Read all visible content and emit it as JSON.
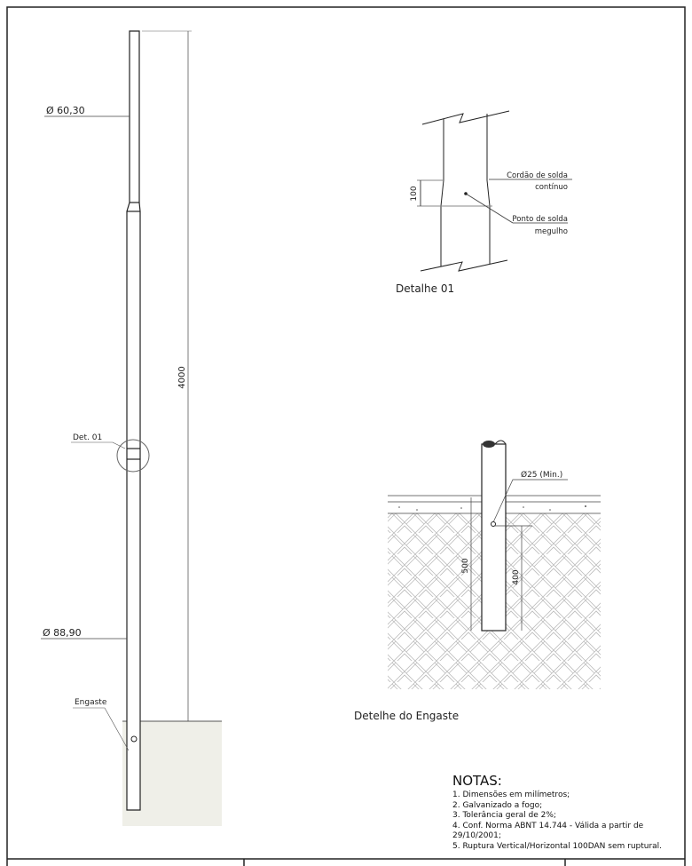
{
  "main_pole": {
    "diameter_top": "Ø 60,30",
    "diameter_bottom": "Ø 88,90",
    "height_dimension": "4000",
    "detail_callout": "Det. 01",
    "embed_label": "Engaste"
  },
  "detail_01": {
    "title": "Detalhe 01",
    "weld_height": "100",
    "weld_bead_label": [
      "Cordão de solda",
      "contínuo"
    ],
    "weld_point_label": [
      "Ponto de solda",
      "megulho"
    ]
  },
  "embed_detail": {
    "title": "Detelhe do Engaste",
    "hole_label": "Ø25 (Min.)",
    "depth_total": "500",
    "depth_hole": "400"
  },
  "notes": {
    "title": "NOTAS:",
    "items": [
      "1. Dimensões em milímetros;",
      "2. Galvanizado a fogo;",
      "3. Tolerância geral de 2%;",
      "4. Conf. Norma ABNT 14.744 - Válida a partir de 29/10/2001;",
      "5. Ruptura Vertical/Horizontal 100DAN sem ruptural."
    ]
  },
  "colors": {
    "ground": "#efefe8",
    "line": "#222222"
  }
}
